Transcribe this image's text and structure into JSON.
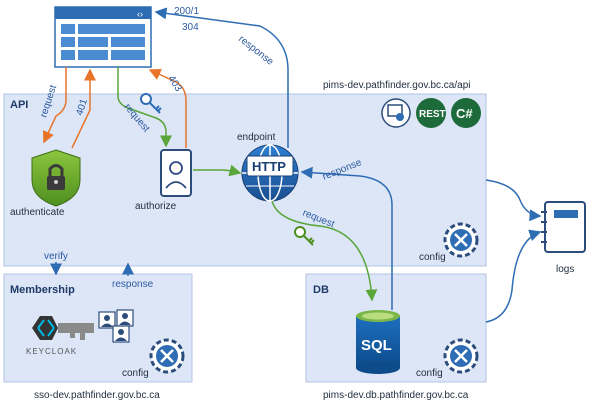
{
  "browser_status": {
    "ok": "200/1",
    "not_modified": "304"
  },
  "api_host": "pims-dev.pathfinder.gov.bc.ca/api",
  "api_panel": {
    "title": "API",
    "config": "config"
  },
  "membership_panel": {
    "title": "Membership",
    "config": "config",
    "host": "sso-dev.pathfinder.gov.bc.ca"
  },
  "db_panel": {
    "title": "DB",
    "config": "config",
    "host": "pims-dev.db.pathfinder.gov.bc.ca"
  },
  "nodes": {
    "authenticate": "authenticate",
    "authorize": "authorize",
    "endpoint": "endpoint",
    "http": "HTTP",
    "sql": "SQL",
    "logs": "logs",
    "keycloak": "KEYCLOAK"
  },
  "tech_badges": {
    "rest": "REST",
    "csharp": "C#"
  },
  "arrows": {
    "request": "request",
    "response": "response",
    "code_401": "401",
    "code_403": "403",
    "verify": "verify"
  },
  "colors": {
    "panel_fill": "#dde6f7",
    "panel_stroke": "#b3c4e6",
    "orange_arrow": "#e8742a",
    "green_arrow": "#5aa63a",
    "blue_arrow": "#2e6db4",
    "dark_blue": "#1f3a68"
  }
}
